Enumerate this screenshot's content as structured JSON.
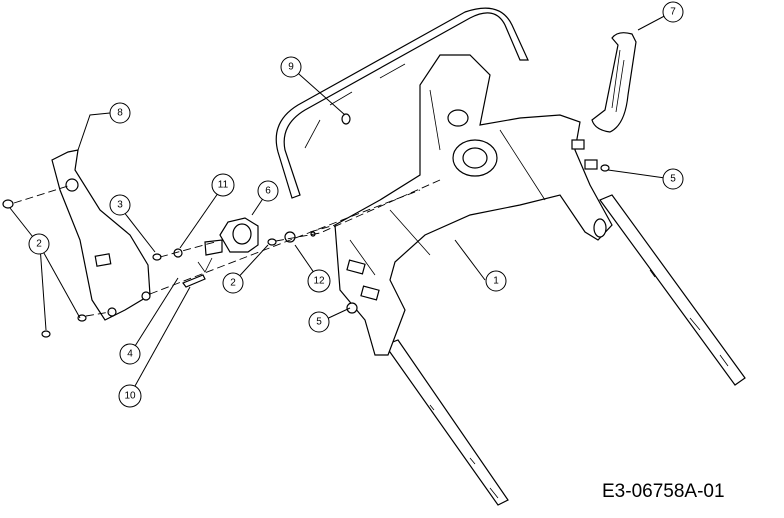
{
  "callouts": [
    {
      "id": "c1",
      "label": "1"
    },
    {
      "id": "c2a",
      "label": "2"
    },
    {
      "id": "c2b",
      "label": "2"
    },
    {
      "id": "c3",
      "label": "3"
    },
    {
      "id": "c4",
      "label": "4"
    },
    {
      "id": "c5a",
      "label": "5"
    },
    {
      "id": "c5b",
      "label": "5"
    },
    {
      "id": "c6",
      "label": "6"
    },
    {
      "id": "c7",
      "label": "7"
    },
    {
      "id": "c8",
      "label": "8"
    },
    {
      "id": "c9",
      "label": "9"
    },
    {
      "id": "c10",
      "label": "10"
    },
    {
      "id": "c11",
      "label": "11"
    },
    {
      "id": "c12",
      "label": "12"
    }
  ],
  "drawing_code": "E3-06758A-01"
}
